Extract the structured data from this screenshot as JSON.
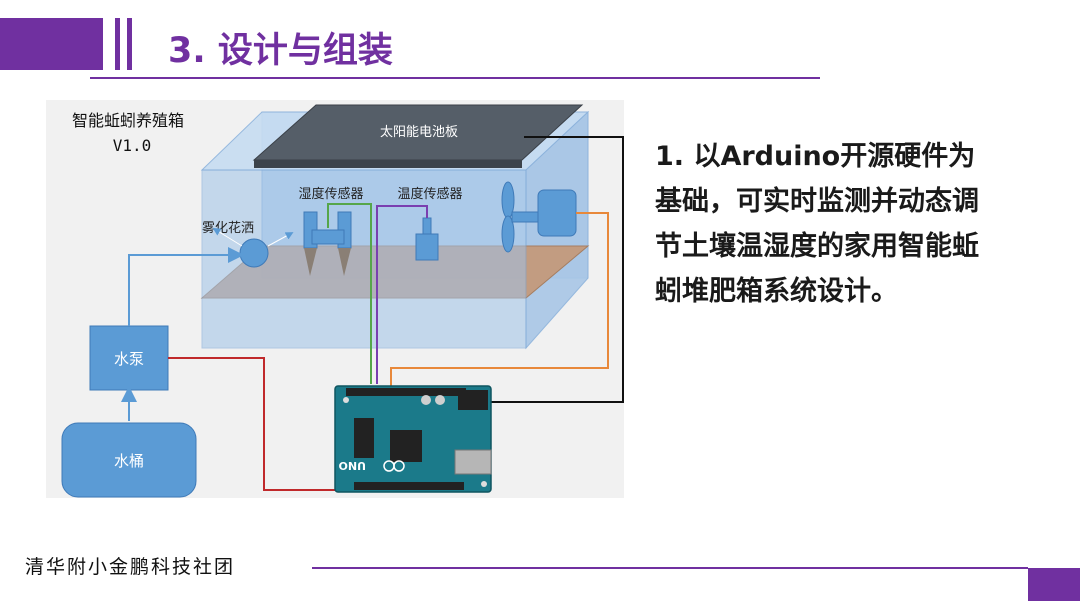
{
  "slide": {
    "title": "3. 设计与组装",
    "description": "1. 以Arduino开源硬件为基础，可实时监测并动态调节土壤温湿度的家用智能蚯蚓堆肥箱系统设计。",
    "footer": "清华附小金鹏科技社团",
    "accent_color": "#7030A0"
  },
  "diagram": {
    "caption_line1": "智能蚯蚓养殖箱",
    "caption_line2": "V1.0",
    "solar_panel": "太阳能电池板",
    "humidity_sensor": "湿度传感器",
    "temperature_sensor": "温度传感器",
    "sprinkler": "雾化花洒",
    "pump": "水泵",
    "bucket": "水桶",
    "board_label": "UNO"
  }
}
